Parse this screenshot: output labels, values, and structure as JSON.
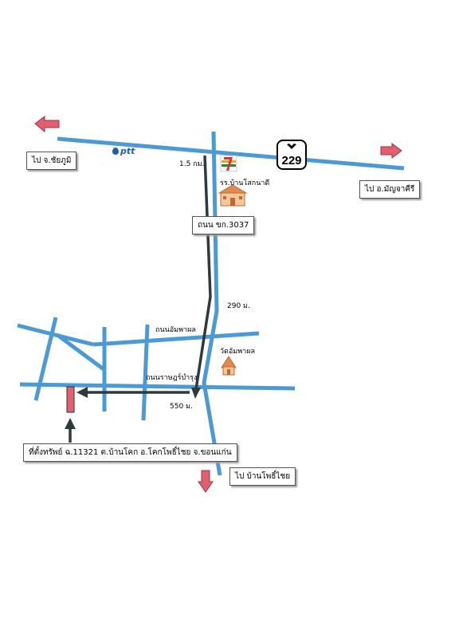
{
  "boxes": {
    "left_destination": "ไป จ.ชัยภูมิ",
    "right_destination": "ไป อ.มัญจาคีรี",
    "road_name_box": "ถนน ขก.3037",
    "property_location": "ที่ตั้งทรัพย์ ฉ.11321 ต.บ้านโคก อ.โคกโพธิ์ไชย จ.ขอนแก่น",
    "bottom_destination": "ไป บ้านโพธิ์ไชย"
  },
  "labels": {
    "dist_1": "1.5 กม.",
    "dist_2": "290 ม.",
    "dist_3": "550 ม.",
    "school": "รร.บ้านโสกนาดี",
    "road_ampaphon": "ถนนอัมพาผล",
    "temple": "วัดอัมพาผล",
    "road_ratrangbumrung": "ถนนราษฎร์บำรุง"
  },
  "highway_number": "229",
  "ptt_logo_text": "ptt",
  "colors": {
    "road": "#4b9ad6",
    "route": "#2f3a3a",
    "arrow_fill": "#e06070",
    "property": "#e06070"
  }
}
